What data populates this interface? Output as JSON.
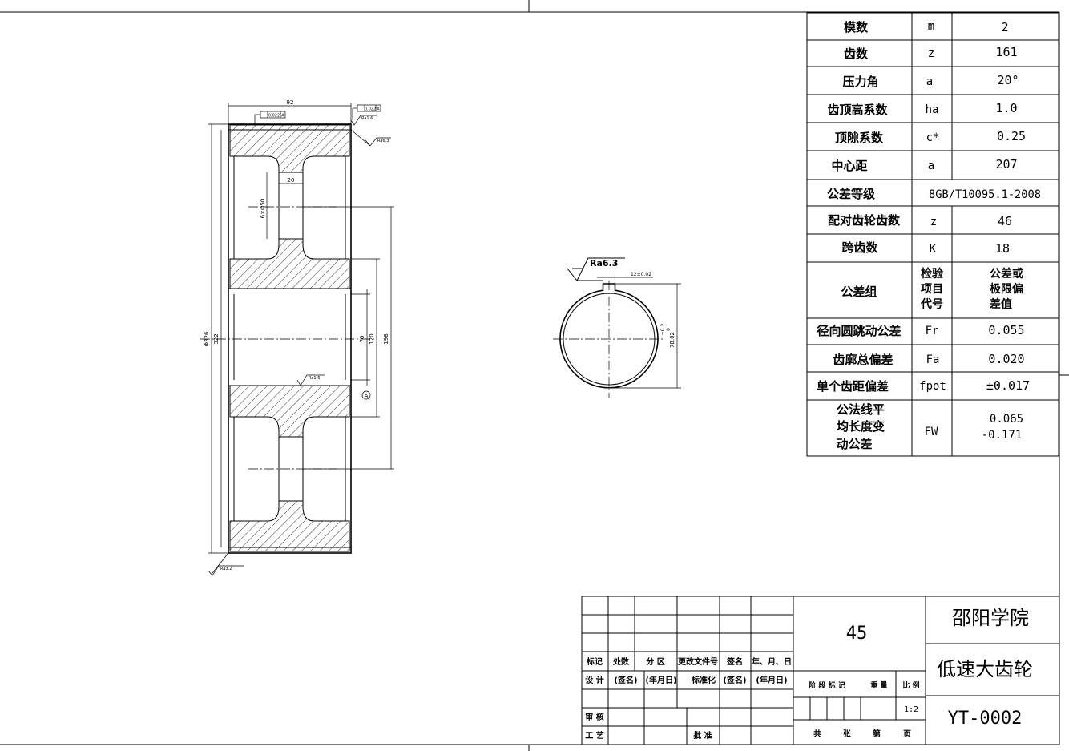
{
  "drawing": {
    "side_view": {
      "width_92": "92",
      "web_20": "20",
      "holes": "6×Φ50",
      "d326": "Φ326",
      "d322": "322",
      "d70": "70",
      "d120": "120",
      "d198": "198",
      "ra16": "Ra1.6",
      "ra63": "Ra6.3",
      "ra32": "Ra3.2",
      "datum": "A",
      "tol_left": "0.022",
      "tol_right": "0.022",
      "tol_ref": "A"
    },
    "front_view": {
      "ra": "Ra6.3",
      "keyway": "12±0.02",
      "bore": "78.02",
      "bore_tol_up": "+0.2",
      "bore_tol_low": "0"
    }
  },
  "params": {
    "rows": [
      {
        "name": "模数",
        "sym": "m",
        "val": "2"
      },
      {
        "name": "齿数",
        "sym": "z",
        "val": "161"
      },
      {
        "name": "压力角",
        "sym": "a",
        "val": "20°"
      },
      {
        "name": "齿顶高系数",
        "sym": "ha",
        "val": "1.0"
      },
      {
        "name": "顶隙系数",
        "sym": "c*",
        "val": "0.25"
      },
      {
        "name": "中心距",
        "sym": "a",
        "val": "207"
      },
      {
        "name": "公差等级",
        "sym": "",
        "val": "8GB/T10095.1-2008"
      },
      {
        "name": "配对齿轮齿数",
        "sym": "z",
        "val": "46"
      },
      {
        "name": "跨齿数",
        "sym": "K",
        "val": "18"
      }
    ],
    "group": {
      "name": "公差组",
      "sym1": "检验",
      "sym2": "项目",
      "sym3": "代号",
      "val1": "公差或",
      "val2": "极限偏",
      "val3": "差值"
    },
    "rows2": [
      {
        "name": "径向圆跳动公差",
        "sym": "Fr",
        "val": "0.055"
      },
      {
        "name": "齿廓总偏差",
        "sym": "Fa",
        "val": "0.020"
      },
      {
        "name": "单个齿距偏差",
        "sym": "fpot",
        "val": "±0.017"
      }
    ],
    "last": {
      "name1": "公法线平",
      "name2": "均长度变",
      "name3": "动公差",
      "sym": "FW",
      "val1": "0.065",
      "val2": "-0.171"
    }
  },
  "title_block": {
    "col_headers": [
      "标记",
      "处数",
      "分 区",
      "更改文件号",
      "签名",
      "年、月、日"
    ],
    "design": [
      "设 计",
      "(签名)",
      "(年月日)",
      "标准化",
      "(签名)",
      "(年月日)"
    ],
    "review": "审 核",
    "process": "工 艺",
    "approve": "批 准",
    "material": "45",
    "stage_labels": [
      "阶 段 标 记",
      "重 量",
      "比 例"
    ],
    "scale": "1:2",
    "sheet_labels": [
      "共",
      "张",
      "第",
      "页"
    ],
    "school": "邵阳学院",
    "part_name": "低速大齿轮",
    "drawing_no": "YT-0002"
  }
}
